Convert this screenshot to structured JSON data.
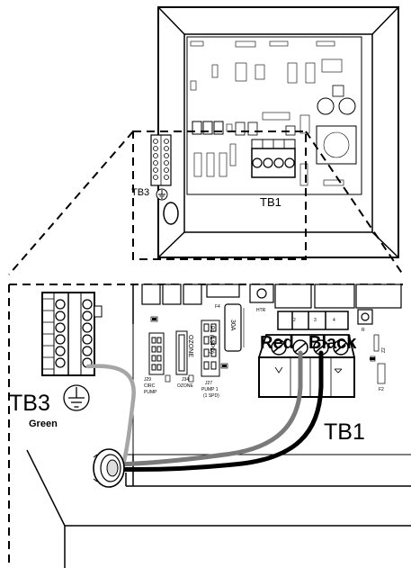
{
  "overview": {
    "tb3_label": "TB3",
    "tb1_label": "TB1"
  },
  "detail": {
    "tb3_label": "TB3",
    "ground_color_label": "Green",
    "tb1_label": "TB1",
    "wire_red_label": "Red",
    "wire_black_label": "Black",
    "terminal_numbers": [
      "2",
      "3",
      "4"
    ],
    "fuse_f4": "F4",
    "fuse_f4_rating": "30A",
    "heater_label": "HTR",
    "j29_label": "J29",
    "j29_sub1": "CIRC",
    "j29_sub2": "PUMP",
    "ozone_vertical": "OZONE",
    "j34_label": "J34",
    "j34_sub": "OZONE",
    "p1_vertical": "P1 (1SPD)",
    "j27_label": "J27",
    "j27_sub1": "PUMP 1",
    "j27_sub2": "(1 SPD)",
    "fuse_f2": "F2",
    "z2_label": "Z2"
  },
  "colors": {
    "red_wire": "#7a7a7a",
    "black_wire": "#000000",
    "green_wire": "#a6a6a6"
  }
}
